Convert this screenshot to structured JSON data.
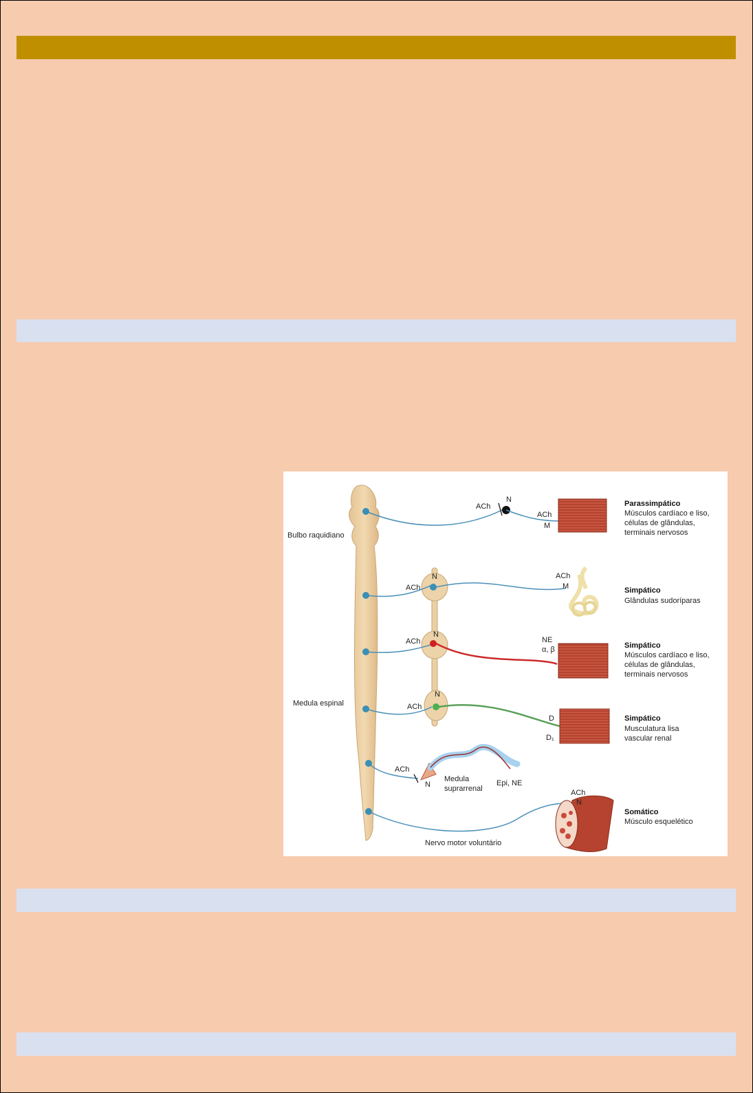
{
  "figure": {
    "left_labels": {
      "bulbo": "Bulbo raquidiano",
      "medula": "Medula espinal",
      "nervo_motor": "Nervo motor voluntário"
    },
    "rows": [
      {
        "title": "Parassimpático",
        "desc": [
          "Músculos cardíaco e liso,",
          "células de glândulas,",
          "terminais nervosos"
        ],
        "pre_label": "ACh",
        "gang_label": "N",
        "post_top": "ACh",
        "post_bottom": "M",
        "fiber_color": "#4a8fb8",
        "node_color": "#111111"
      },
      {
        "title": "Simpático",
        "desc": [
          "Glândulas sudoríparas"
        ],
        "pre_label": "ACh",
        "gang_label": "N",
        "post_top": "ACh",
        "post_bottom": "M",
        "fiber_color": "#4a8fb8",
        "node_color": "#3a8fb5"
      },
      {
        "title": "Simpático",
        "desc": [
          "Músculos cardíaco e liso,",
          "células de glândulas,",
          "terminais nervosos"
        ],
        "pre_label": "ACh",
        "gang_label": "N",
        "post_top": "NE",
        "post_bottom": "α, β",
        "fiber_color": "#cc2a2a",
        "node_color": "#d02020"
      },
      {
        "title": "Simpático",
        "desc": [
          "Musculatura lisa",
          "vascular renal"
        ],
        "pre_label": "ACh",
        "gang_label": "N",
        "post_top": "D",
        "post_bottom": "D₁",
        "fiber_color": "#5aa05a",
        "node_color": "#4caf50"
      },
      {
        "pre_label": "ACh",
        "gang_label": "N",
        "organ_label": [
          "Medula",
          "suprarrenal"
        ],
        "output_label": "Epi, NE"
      },
      {
        "title": "Somático",
        "desc": [
          "Músculo esquelético"
        ],
        "post_top": "ACh",
        "post_bottom": "N"
      }
    ]
  }
}
